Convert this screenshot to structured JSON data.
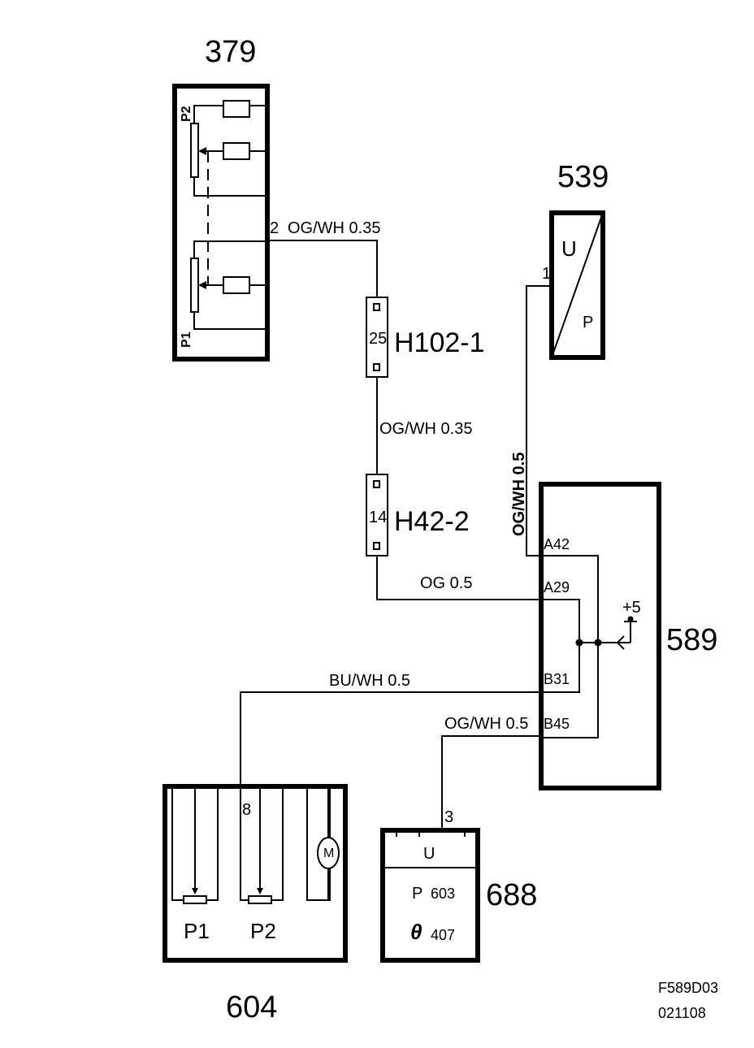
{
  "components": {
    "c379": {
      "number": "379",
      "pin_p2": "P2",
      "pin_p1": "P1"
    },
    "c539": {
      "number": "539",
      "u": "U",
      "p": "P"
    },
    "c589": {
      "number": "589",
      "supply": "+5"
    },
    "c604": {
      "number": "604",
      "p1": "P1",
      "p2": "P2",
      "motor": "M"
    },
    "c688": {
      "number": "688",
      "u": "U",
      "p_label": "P",
      "p_value": "603",
      "theta": "θ",
      "theta_value": "407"
    }
  },
  "connectors": {
    "h102": {
      "name": "H102-1",
      "pin": "25"
    },
    "h42": {
      "name": "H42-2",
      "pin": "14"
    }
  },
  "wires": {
    "w379_h102": {
      "pin": "2",
      "label": "OG/WH  0.35"
    },
    "w_h102_h42": {
      "label": "OG/WH  0.35"
    },
    "w_h42_589": {
      "label": "OG   0.5"
    },
    "w539_589": {
      "pin": "1",
      "label": "OG/WH  0.5"
    },
    "w604_589": {
      "pin": "8",
      "label": "BU/WH   0.5"
    },
    "w688_589": {
      "pin": "3",
      "label": "OG/WH    0.5"
    }
  },
  "pins589": {
    "a42": "A42",
    "a29": "A29",
    "b31": "B31",
    "b45": "B45"
  },
  "reference": {
    "code": "F589D03",
    "date": "021108"
  }
}
